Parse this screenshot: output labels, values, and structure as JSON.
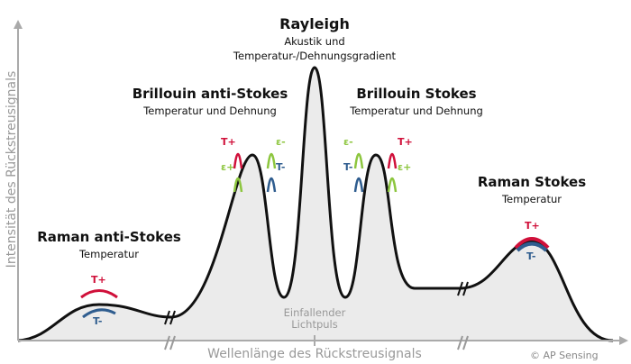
{
  "peaks": {
    "rayleigh": {
      "title": "Rayleigh",
      "line1": "Akustik und",
      "line2": "Temperatur-/Dehnungsgradient"
    },
    "brillouin_anti": {
      "title": "Brillouin anti-Stokes",
      "sub": "Temperatur und Dehnung"
    },
    "brillouin_stokes": {
      "title": "Brillouin Stokes",
      "sub": "Temperatur und Dehnung"
    },
    "raman_anti": {
      "title": "Raman anti-Stokes",
      "sub": "Temperatur"
    },
    "raman_stokes": {
      "title": "Raman Stokes",
      "sub": "Temperatur"
    }
  },
  "markers": {
    "t_plus": "T+",
    "t_minus": "T-",
    "e_plus": "ε+",
    "e_minus": "ε-"
  },
  "incident": {
    "line1": "Einfallender",
    "line2": "Lichtpuls"
  },
  "axes": {
    "x": "Wellenlänge des Rückstreusignals",
    "y": "Intensität des Rückstreusignals"
  },
  "copyright": "© AP Sensing",
  "colors": {
    "red": "#d0103a",
    "blue": "#2f5d8f",
    "green": "#8dc63f",
    "curve": "#111111",
    "fill": "#ececec"
  }
}
